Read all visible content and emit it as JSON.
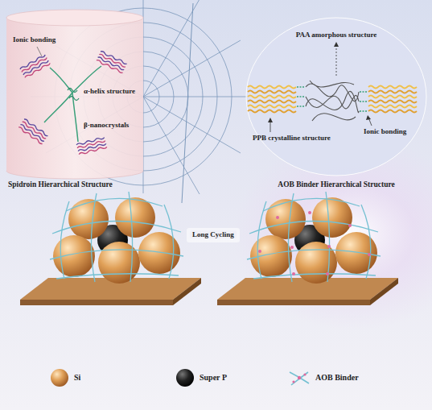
{
  "diagram": {
    "nodes": [
      {
        "text": [
          "Spidroin Hierarchical Structure"
        ]
      },
      {
        "text": [
          "AOB Binder Hierarchical Structure"
        ]
      }
    ],
    "labels": [
      "Ionic bonding",
      "α-helix structure",
      "β-nanocrystals",
      "PAA amorphous structure",
      "PPB crystalline structure",
      "Ionic bonding",
      "Long Cycling"
    ],
    "legend": [
      {
        "text": "Si"
      },
      {
        "text": "Super P"
      },
      {
        "text": "AOB Binder"
      }
    ]
  }
}
